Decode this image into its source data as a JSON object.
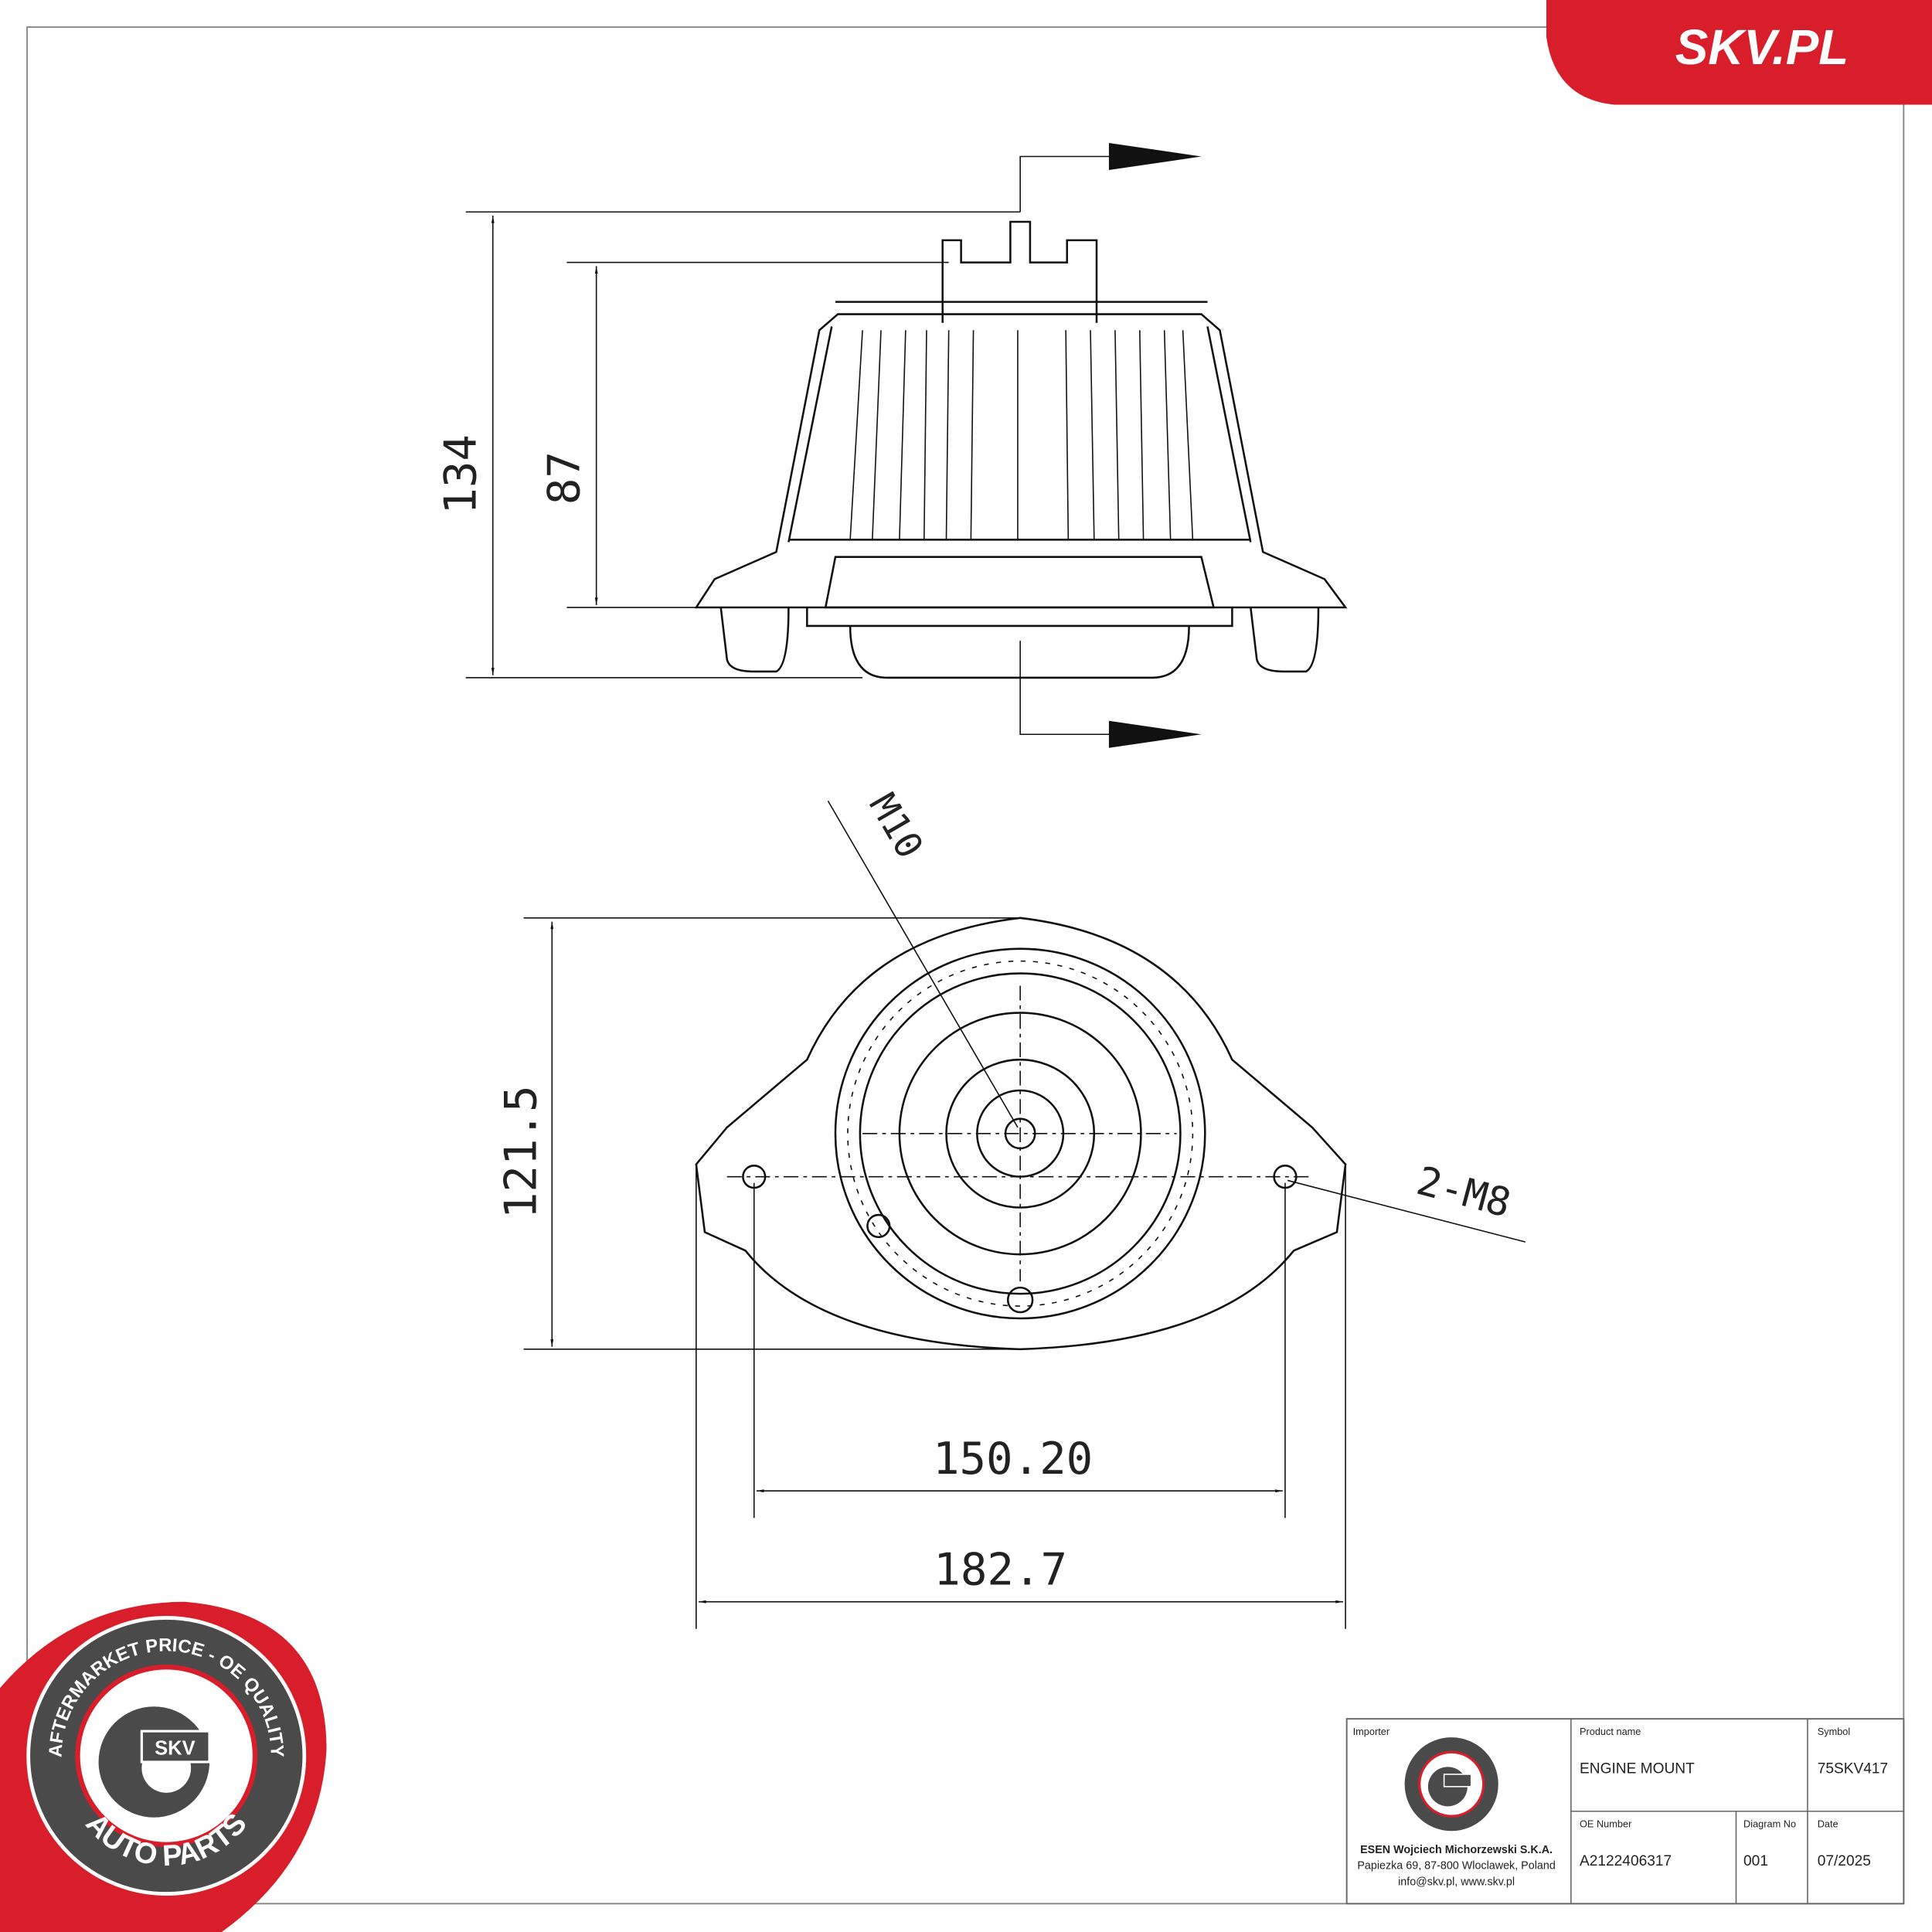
{
  "brand": {
    "site": "SKV.PL",
    "badge_top": "AFTERMARKET PRICE - OE QUALITY",
    "badge_bottom": "AUTO PARTS",
    "badge_center": "SKV",
    "red": "#d81e2a",
    "gray": "#4a4a4a"
  },
  "dimensions": {
    "total_height": "134",
    "body_height": "87",
    "depth": "121.5",
    "hole_spacing": "150.20",
    "total_width": "182.7",
    "center_thread": "M10",
    "side_threads": "2-M8"
  },
  "title_block": {
    "importer_label": "Importer",
    "importer_name": "ESEN Wojciech Michorzewski S.K.A.",
    "importer_address": "Papiezka 69, 87-800 Wloclawek, Poland",
    "importer_contact": "info@skv.pl, www.skv.pl",
    "product_name_label": "Product name",
    "product_name": "ENGINE MOUNT",
    "symbol_label": "Symbol",
    "symbol": "75SKV417",
    "oe_label": "OE Number",
    "oe_number": "A2122406317",
    "diagram_label": "Diagram No",
    "diagram_no": "001",
    "date_label": "Date",
    "date": "07/2025"
  }
}
